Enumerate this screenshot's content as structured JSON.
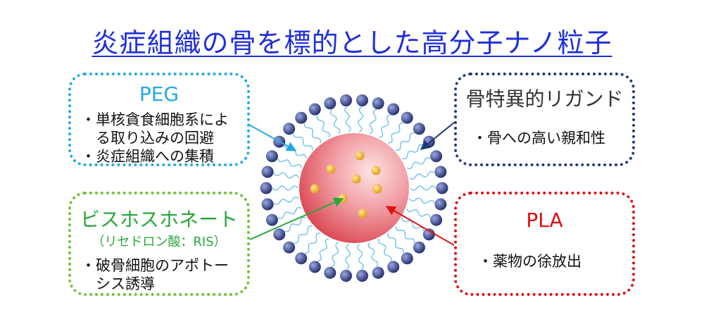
{
  "title": "炎症組織の骨を標的とした高分子ナノ粒子",
  "peg": {
    "label": "PEG",
    "bullets": [
      "・単核貪食細胞系によ",
      "　る取り込みの回避",
      "・炎症組織への集積"
    ],
    "color": "#23a9e6"
  },
  "bisphosphonate": {
    "label": "ビスホスホネート",
    "sublabel": "（リセドロン酸：RIS）",
    "bullets": [
      "・破骨細胞のアポトー",
      "　シス誘導"
    ],
    "color": "#28a83a"
  },
  "ligand": {
    "label": "骨特異的リガンド",
    "bullets": [
      "・骨への高い親和性"
    ],
    "color": "#1e3a7c"
  },
  "pla": {
    "label": "PLA",
    "bullets": [
      "・薬物の徐放出"
    ],
    "color": "#e01010"
  },
  "particle": {
    "core_color": "#e0505a",
    "bead_color": "#3a4a9a",
    "drug_color": "#f0b020",
    "chain_color": "#5bb8e8"
  }
}
